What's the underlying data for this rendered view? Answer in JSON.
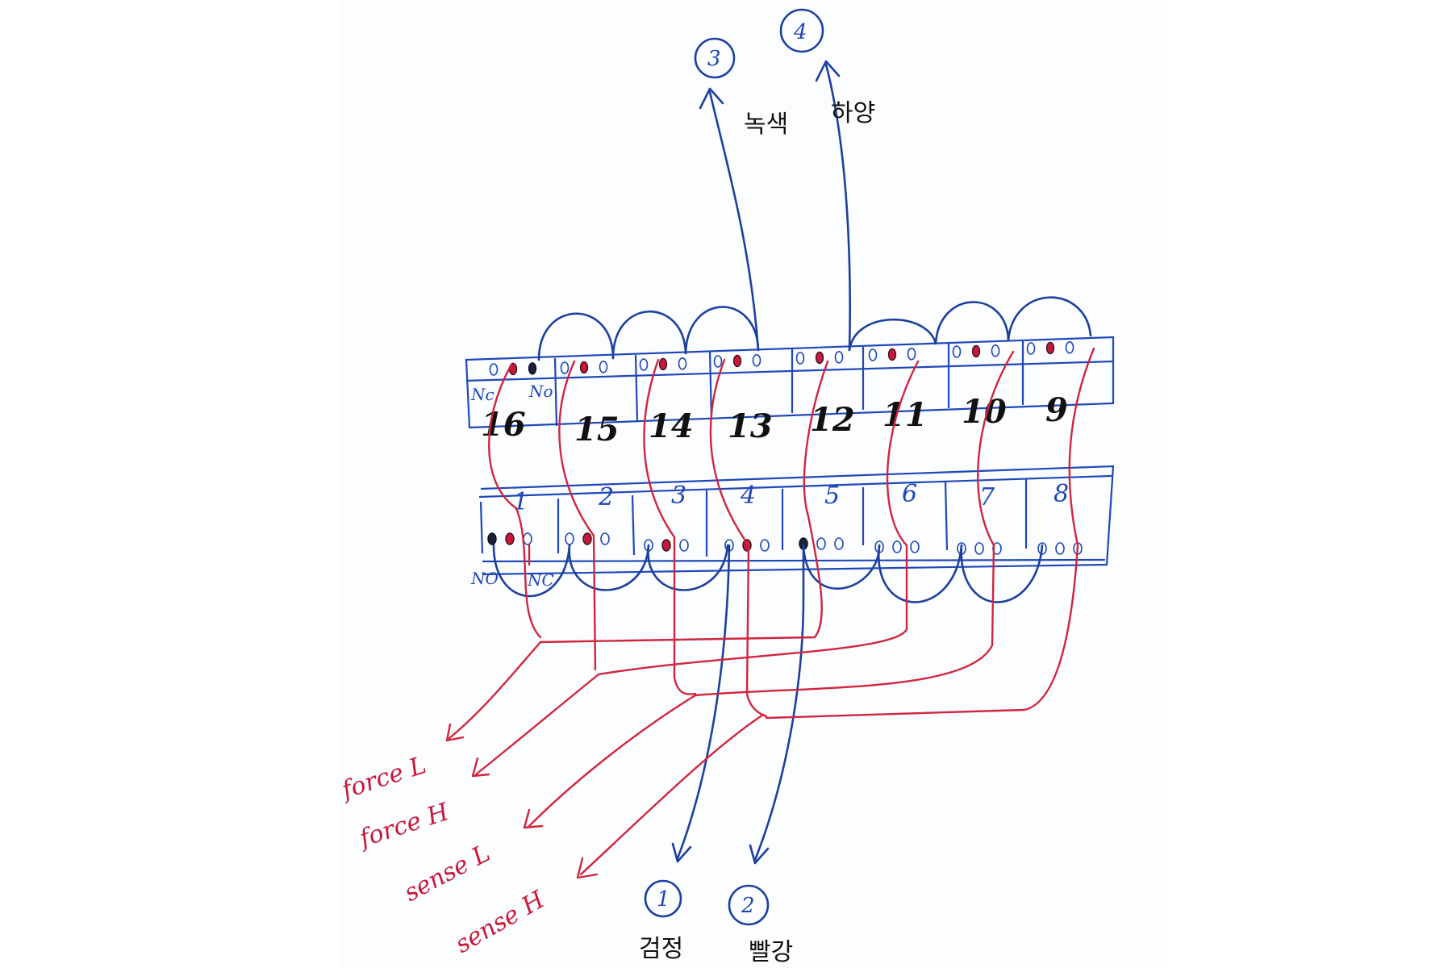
{
  "diagram": {
    "type": "hand-drawn relay terminal wiring diagram",
    "colors": {
      "blue_wire": "#1d3f9e",
      "red_wire": "#d0263f",
      "ink": "#111111"
    },
    "top_row": {
      "terminals": [
        "16",
        "15",
        "14",
        "13",
        "12",
        "11",
        "10",
        "9"
      ],
      "contact_labels": {
        "left": "Nc",
        "right": "No"
      }
    },
    "bottom_row": {
      "terminals": [
        "1",
        "2",
        "3",
        "4",
        "5",
        "6",
        "7",
        "8"
      ],
      "contact_labels": {
        "left": "NO",
        "right": "NC"
      }
    },
    "outputs_top": [
      {
        "id": "3",
        "label": "녹색",
        "from_terminal": "13"
      },
      {
        "id": "4",
        "label": "하양",
        "from_terminal": "12"
      }
    ],
    "outputs_bottom": [
      {
        "id": "1",
        "label": "검정",
        "from_terminal": "4"
      },
      {
        "id": "2",
        "label": "빨강",
        "from_terminal": "5"
      }
    ],
    "signals": [
      {
        "label": "force L",
        "terminals": [
          "16",
          "12"
        ]
      },
      {
        "label": "force H",
        "terminals": [
          "15",
          "11"
        ]
      },
      {
        "label": "sense L",
        "terminals": [
          "14",
          "10"
        ]
      },
      {
        "label": "sense H",
        "terminals": [
          "13",
          "9"
        ]
      }
    ]
  }
}
